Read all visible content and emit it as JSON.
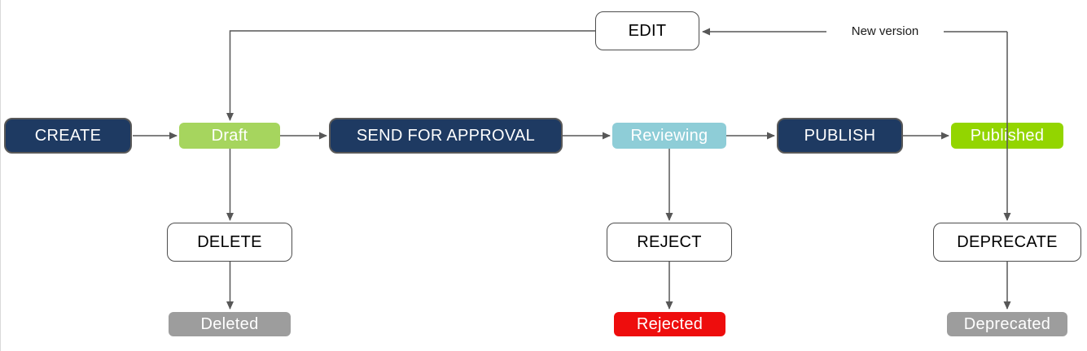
{
  "nodes": {
    "create": "CREATE",
    "draft": "Draft",
    "send_for_approval": "SEND FOR APPROVAL",
    "reviewing": "Reviewing",
    "publish": "PUBLISH",
    "published": "Published",
    "edit": "EDIT",
    "delete": "DELETE",
    "reject": "REJECT",
    "deprecate": "DEPRECATE",
    "deleted": "Deleted",
    "rejected": "Rejected",
    "deprecated": "Deprecated"
  },
  "edge_labels": {
    "new_version": "New version"
  },
  "edges": [
    {
      "from": "CREATE",
      "to": "Draft"
    },
    {
      "from": "Draft",
      "to": "SEND FOR APPROVAL"
    },
    {
      "from": "SEND FOR APPROVAL",
      "to": "Reviewing"
    },
    {
      "from": "Reviewing",
      "to": "PUBLISH"
    },
    {
      "from": "PUBLISH",
      "to": "Published"
    },
    {
      "from": "EDIT",
      "to": "Draft"
    },
    {
      "from": "Published",
      "to": "EDIT",
      "label": "New version"
    },
    {
      "from": "Published",
      "to": "DEPRECATE"
    },
    {
      "from": "Draft",
      "to": "DELETE"
    },
    {
      "from": "DELETE",
      "to": "Deleted"
    },
    {
      "from": "Reviewing",
      "to": "REJECT"
    },
    {
      "from": "REJECT",
      "to": "Rejected"
    },
    {
      "from": "DEPRECATE",
      "to": "Deprecated"
    }
  ],
  "colors": {
    "action_fill": "#1e3a62",
    "action_border": "#595959",
    "outline_border": "#4d4d4d",
    "status_draft": "#a6d55e",
    "status_published": "#93d500",
    "status_reviewing": "#8ecdd7",
    "status_deleted": "#9d9d9d",
    "status_deprecated": "#9d9d9d",
    "status_rejected": "#ee0d0d",
    "connector": "#575757"
  }
}
